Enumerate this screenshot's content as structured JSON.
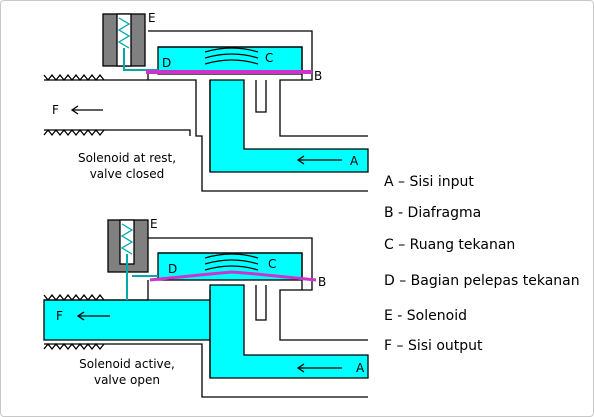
{
  "diagram": {
    "top": {
      "caption_line1": "Solenoid at rest,",
      "caption_line2": "valve closed",
      "state": "closed",
      "labels": {
        "a": "A",
        "b": "B",
        "c": "C",
        "d": "D",
        "e": "E",
        "f": "F"
      }
    },
    "bottom": {
      "caption_line1": "Solenoid active,",
      "caption_line2": "valve open",
      "state": "open",
      "labels": {
        "a": "A",
        "b": "B",
        "c": "C",
        "d": "D",
        "e": "E",
        "f": "F"
      }
    },
    "legend": [
      "A – Sisi input",
      "B - Diafragma",
      "C – Ruang tekanan",
      "D – Bagian pelepas tekanan",
      "E - Solenoid",
      "F – Sisi output"
    ],
    "colors": {
      "fluid": "#00ffff",
      "diaphragm": "#cc33cc",
      "solenoid_body": "#808080",
      "coil": "#00aaaa",
      "outline": "#000000"
    }
  }
}
